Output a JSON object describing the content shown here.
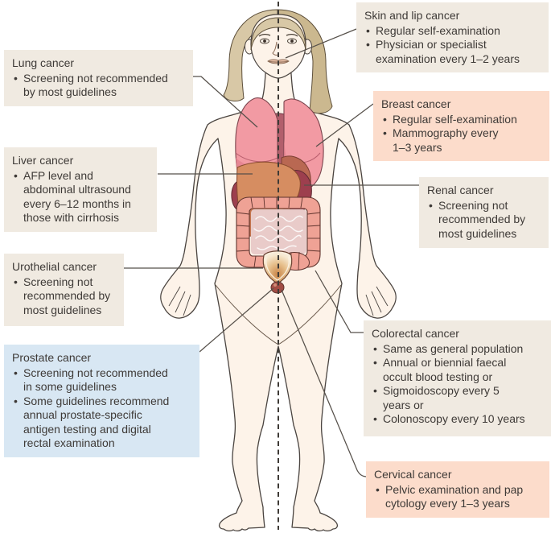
{
  "diagram": {
    "background": "#ffffff",
    "text_color": "#3e3a37",
    "box_colors": {
      "neutral": "#f0eae1",
      "pink": "#fcdccb",
      "blue": "#d8e7f3"
    },
    "boxes": {
      "skin": {
        "title": "Skin and lip cancer",
        "bullets": [
          "Regular self-examination",
          "Physician or specialist\nexamination every 1–2 years"
        ]
      },
      "lung": {
        "title": "Lung cancer",
        "bullets": [
          "Screening not recommended\nby most guidelines"
        ]
      },
      "breast": {
        "title": "Breast cancer",
        "bullets": [
          "Regular self-examination",
          "Mammography every\n1–3 years"
        ]
      },
      "liver": {
        "title": "Liver cancer",
        "bullets": [
          "AFP level and\nabdominal ultrasound\nevery 6–12 months in\nthose with cirrhosis"
        ]
      },
      "renal": {
        "title": "Renal cancer",
        "bullets": [
          "Screening not\nrecommended by\nmost guidelines"
        ]
      },
      "urothelial": {
        "title": "Urothelial cancer",
        "bullets": [
          "Screening not\nrecommended by\nmost guidelines"
        ]
      },
      "prostate": {
        "title": "Prostate cancer",
        "bullets": [
          "Screening not recommended\nin some guidelines",
          "Some guidelines recommend\nannual prostate-specific\nantigen testing and digital\nrectal examination"
        ]
      },
      "colorectal": {
        "title": "Colorectal cancer",
        "bullets": [
          "Same as general population",
          "Annual or biennial faecal\noccult blood testing or",
          "Sigmoidoscopy every 5\nyears or",
          "Colonoscopy every 10 years"
        ]
      },
      "cervical": {
        "title": "Cervical cancer",
        "bullets": [
          "Pelvic examination and pap\ncytology every 1–3 years"
        ]
      }
    },
    "illustration": {
      "figure": "female-human-body-front-view",
      "midline": "dashed-vertical-center-line",
      "organs_shown": [
        "lungs",
        "heart",
        "stomach",
        "kidneys",
        "liver",
        "large-intestine",
        "small-intestine",
        "sigmoid-colon",
        "bladder",
        "pelvic-organ"
      ],
      "colors": {
        "skin": "#fdf3e9",
        "hair": "#d8c8a6",
        "outline": "#4a4440",
        "lung": "#f29aa3",
        "heart": "#b25f6c",
        "liver": "#d68d61",
        "stomach": "#b96852",
        "kidney": "#9d3f4e",
        "colon": "#efa295",
        "small_intestine": "#e9cbc9",
        "bladder_center": "#c9854a",
        "connector_line": "#56504a",
        "midline": "#3e3a36"
      }
    }
  }
}
